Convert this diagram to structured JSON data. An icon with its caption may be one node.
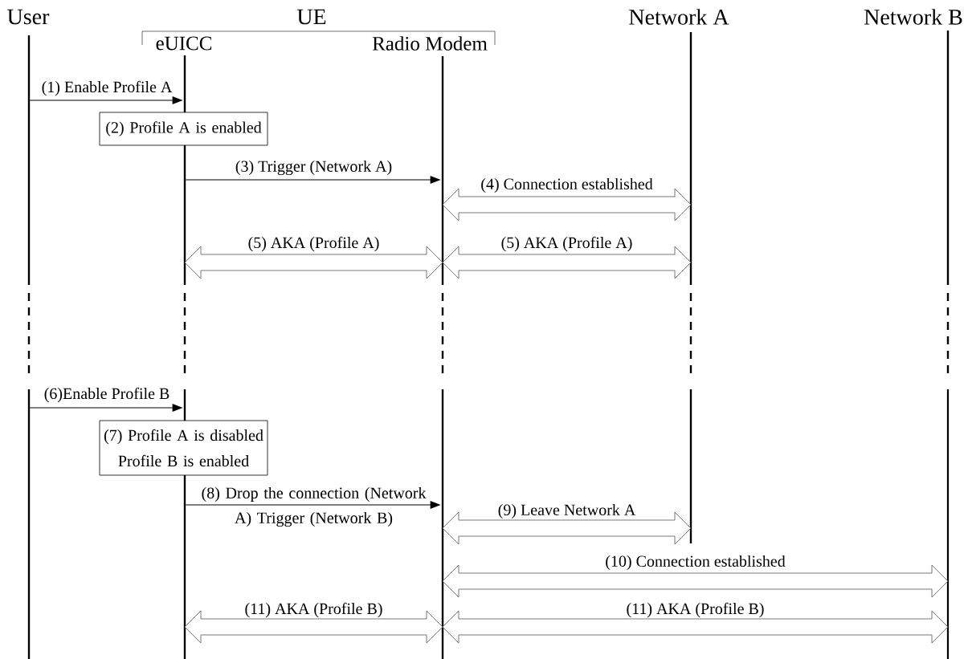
{
  "diagram": {
    "nodes": [
      {
        "text": [
          "User"
        ]
      },
      {
        "text": [
          "eUICC"
        ]
      },
      {
        "text": [
          "Radio Modem"
        ]
      },
      {
        "text": [
          "Network A"
        ]
      },
      {
        "text": [
          "Network B"
        ]
      },
      {
        "text": [
          "(2) Profile A is enabled"
        ]
      },
      {
        "text": [
          "(7) Profile A is disabled Profile B is enabled"
        ]
      }
    ],
    "edges": [
      {
        "from": 0,
        "to": 1,
        "arrow": "to",
        "label": "(1) Enable Profile A"
      },
      {
        "from": 1,
        "to": 2,
        "arrow": "to",
        "label": "(3) Trigger (Network A)"
      },
      {
        "from": 2,
        "to": 3,
        "arrow": "both",
        "label": "(4) Connection established"
      },
      {
        "from": 1,
        "to": 2,
        "arrow": "both",
        "label": "(5) AKA (Profile A)"
      },
      {
        "from": 2,
        "to": 3,
        "arrow": "both",
        "label": "(5) AKA (Profile A)"
      },
      {
        "from": 0,
        "to": 1,
        "arrow": "to",
        "label": "(6)Enable Profile B"
      },
      {
        "from": 1,
        "to": 2,
        "arrow": "to",
        "label": "(8) Drop the connection (Network A) Trigger (Network B)"
      },
      {
        "from": 2,
        "to": 3,
        "arrow": "both",
        "label": "(9) Leave Network A"
      },
      {
        "from": 2,
        "to": 4,
        "arrow": "both",
        "label": "(10) Connection established"
      },
      {
        "from": 1,
        "to": 2,
        "arrow": "both",
        "label": "(11) AKA (Profile B)"
      },
      {
        "from": 2,
        "to": 4,
        "arrow": "both",
        "label": "(11) AKA (Profile B)"
      }
    ],
    "labels": [
      "UE"
    ]
  }
}
